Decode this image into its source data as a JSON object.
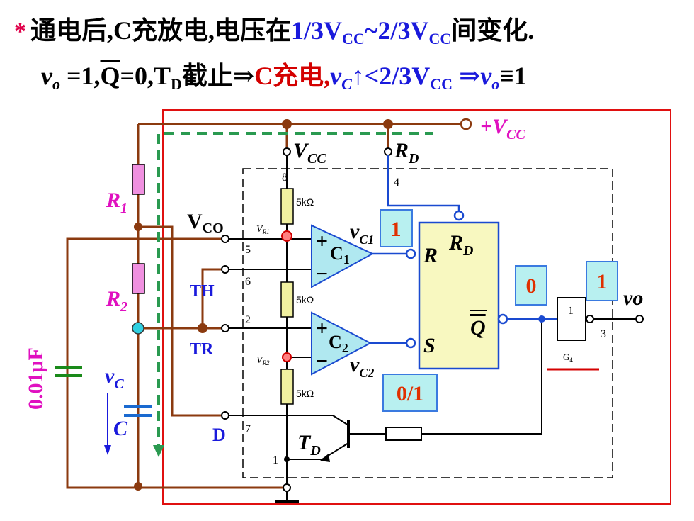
{
  "header": {
    "bullet": "*",
    "line1_text": "通电后,C充放电,电压在",
    "line1_range_a": "1/3V",
    "line1_range_a_sub": "CC",
    "line1_range_b": "~2/3V",
    "line1_range_b_sub": "CC",
    "line1_tail": "间变化.",
    "line2_vo": "v",
    "line2_vo_sub": "o",
    "line2_a": " =1,",
    "line2_q": "Q",
    "line2_b": "=0,T",
    "line2_b_sub": "D",
    "line2_c": "截止⇒",
    "line2_charge": "C充电,",
    "line2_vc": "v",
    "line2_vc_sub": "C",
    "line2_arrow": "↑",
    "line2_d": "<2/3V",
    "line2_d_sub": "CC",
    "line2_e": " ⇒",
    "line2_vo2": "v",
    "line2_vo2_sub": "o",
    "line2_f": "≡1"
  },
  "circuit": {
    "vcc_supply": "+V",
    "vcc_supply_sub": "CC",
    "vcc_pin": "V",
    "vcc_pin_sub": "CC",
    "rd_pin": "R",
    "rd_pin_sub": "D",
    "r1": "R",
    "r1_sub": "1",
    "r2": "R",
    "r2_sub": "2",
    "vco": "V",
    "vco_sub": "CO",
    "th": "TH",
    "tr": "TR",
    "d": "D",
    "cap_value": "0.01μF",
    "vc": "v",
    "vc_sub": "C",
    "c_label": "C",
    "res_5k": "5kΩ",
    "vr1": "V",
    "vr1_sub": "R1",
    "vr2": "V",
    "vr2_sub": "R2",
    "comp1_name": "C",
    "comp1_sub": "1",
    "comp2_name": "C",
    "comp2_sub": "2",
    "vc1": "v",
    "vc1_sub": "C1",
    "vc2": "v",
    "vc2_sub": "C2",
    "ff_r": "R",
    "ff_s": "S",
    "ff_rd": "R",
    "ff_rd_sub": "D",
    "ff_qbar": "Q",
    "transistor": "T",
    "transistor_sub": "D",
    "gate_label": "1",
    "gate_name": "G",
    "gate_name_sub": "4",
    "vo": "vo",
    "pin8": "8",
    "pin4": "4",
    "pin5": "5",
    "pin6": "6",
    "pin2": "2",
    "pin7": "7",
    "pin1": "1",
    "pin3": "3",
    "state_vc1": "1",
    "state_vc2": "0/1",
    "state_q": "0",
    "state_vo": "1"
  }
}
